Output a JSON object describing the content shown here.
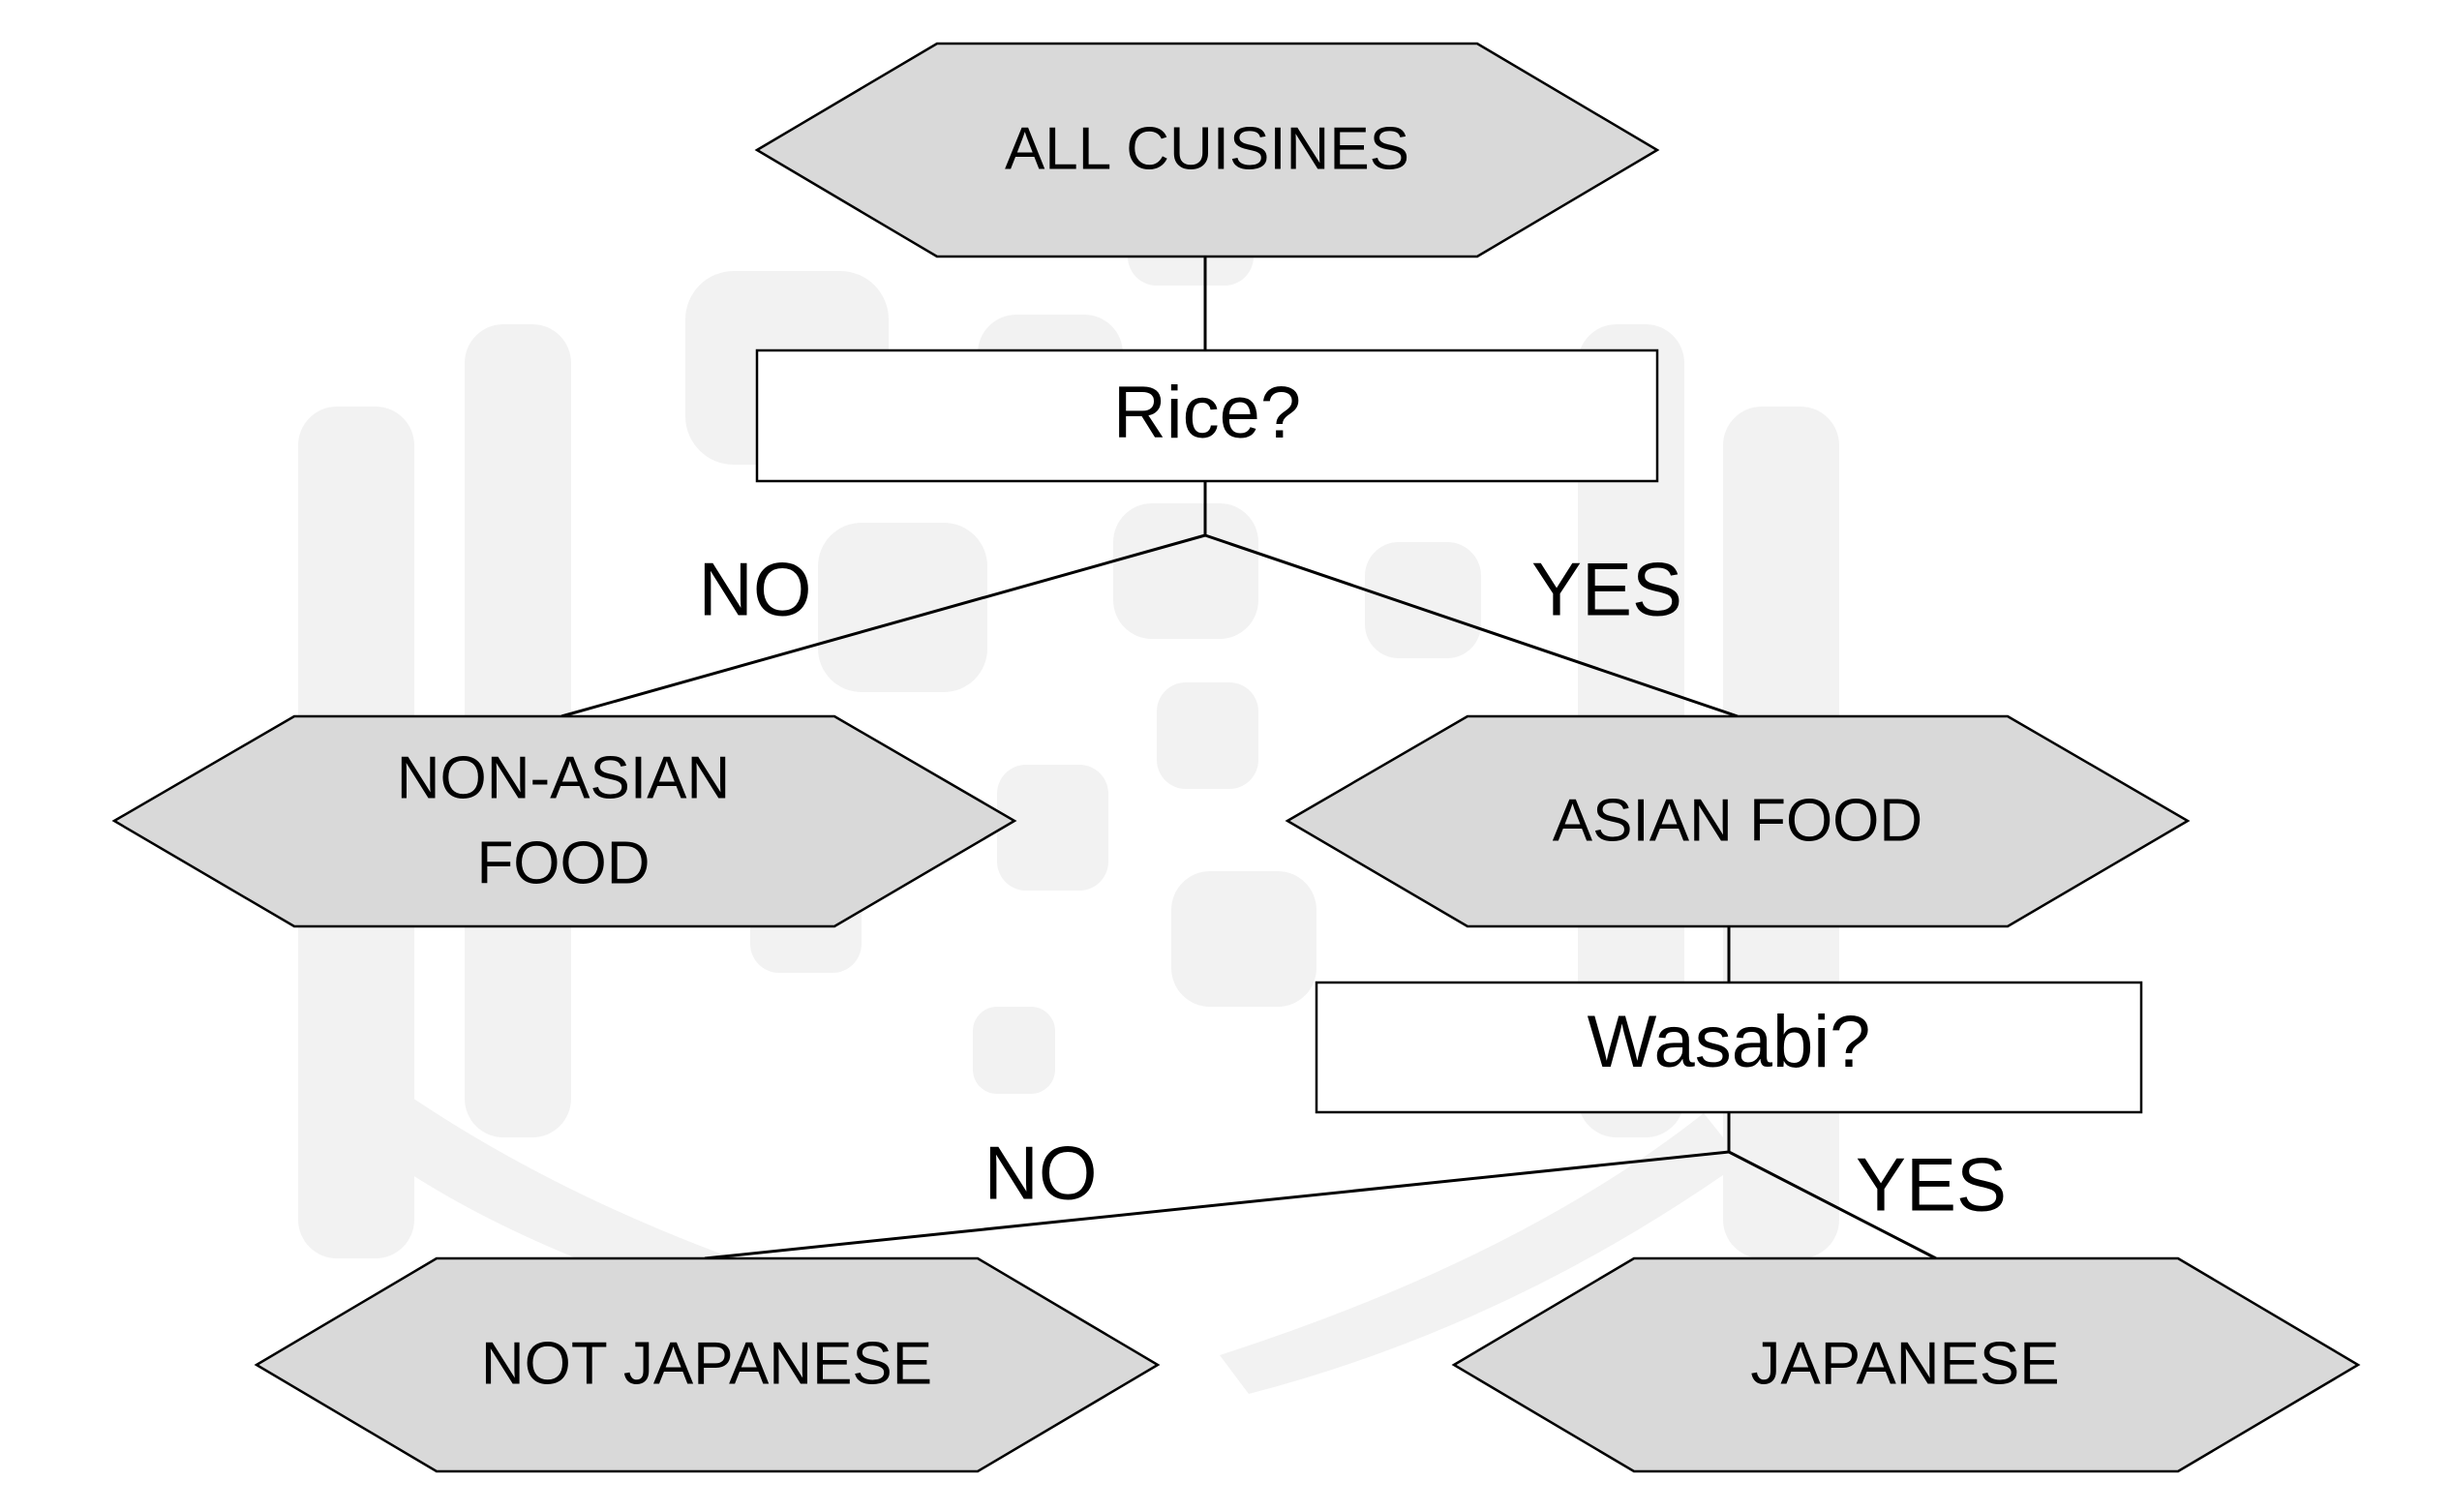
{
  "nodes": {
    "all_cuisines": "ALL CUISINES",
    "rice_question": "Rice?",
    "non_asian_food_line1": "NON-ASIAN",
    "non_asian_food_line2": "FOOD",
    "asian_food": "ASIAN FOOD",
    "wasabi_question": "Wasabi?",
    "not_japanese": "NOT JAPANESE",
    "japanese": "JAPANESE"
  },
  "edges": {
    "rice_no": "NO",
    "rice_yes": "YES",
    "wasabi_no": "NO",
    "wasabi_yes": "YES"
  },
  "colors": {
    "hexagon_fill": "#d9d9d9",
    "box_fill": "#ffffff",
    "stroke": "#000000",
    "watermark": "#f2f2f2"
  }
}
